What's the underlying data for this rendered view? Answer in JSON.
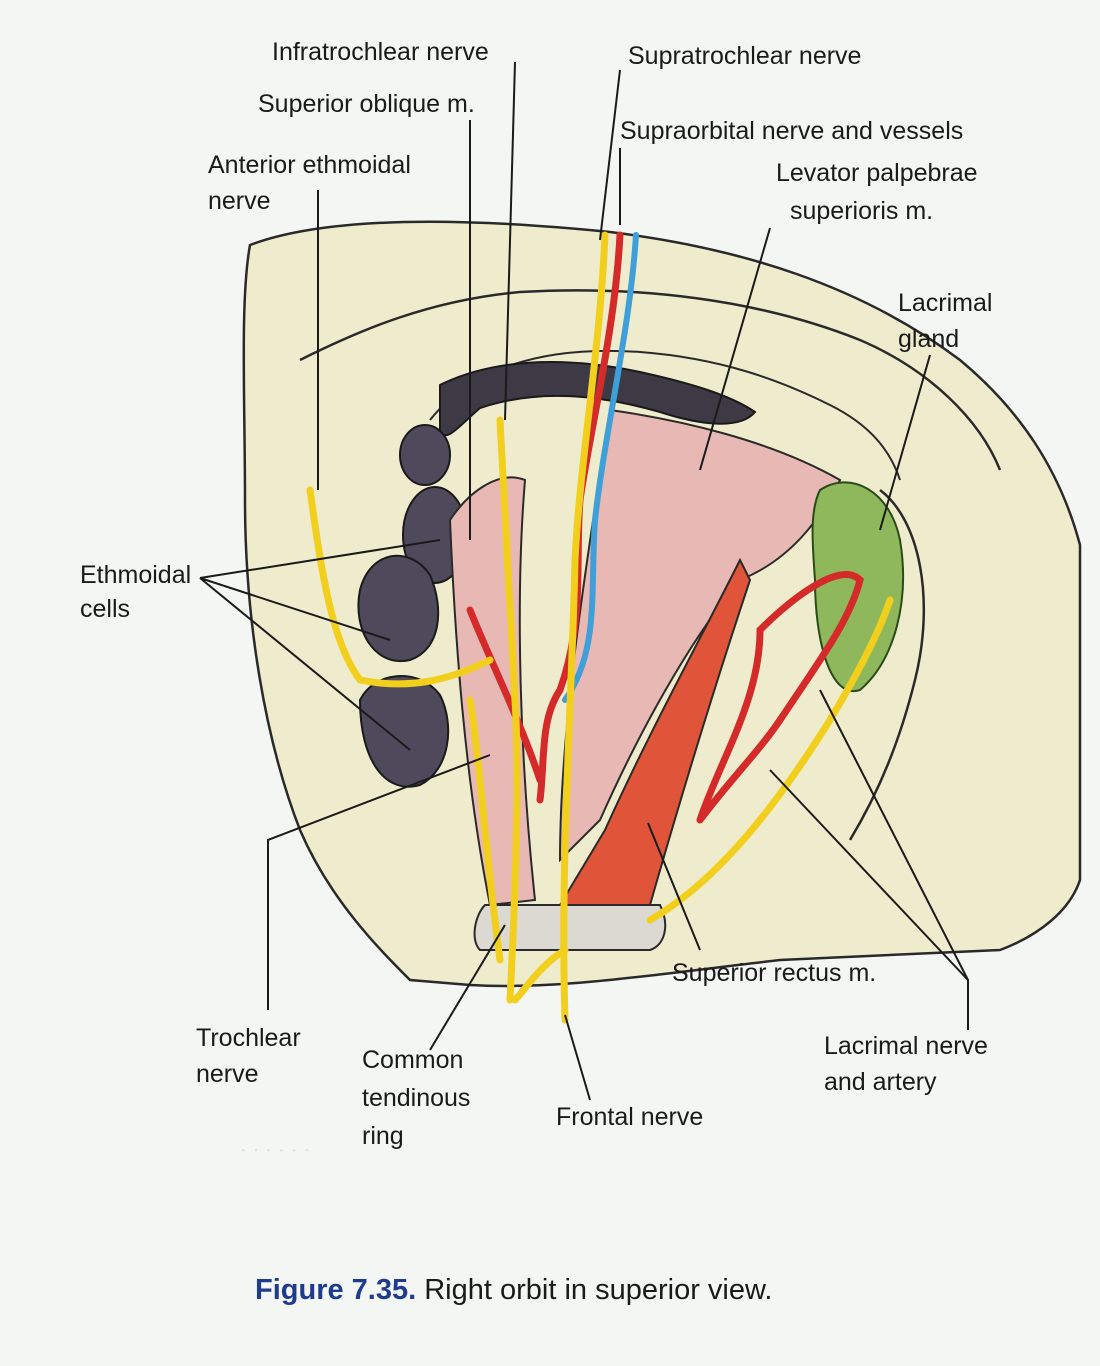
{
  "figure": {
    "number": "Figure 7.35.",
    "caption": "Right orbit in superior view."
  },
  "labels": {
    "infratrochlear_nerve": "Infratrochlear nerve",
    "supratrochlear_nerve": "Supratrochlear nerve",
    "superior_oblique": "Superior oblique m.",
    "supraorbital": "Supraorbital nerve and vessels",
    "anterior_ethmoidal": [
      "Anterior ethmoidal",
      "nerve"
    ],
    "levator": [
      "Levator palpebrae",
      "superioris m."
    ],
    "lacrimal_gland": [
      "Lacrimal",
      "gland"
    ],
    "ethmoidal_cells": [
      "Ethmoidal",
      "cells"
    ],
    "trochlear": [
      "Trochlear",
      "nerve"
    ],
    "common_ring": [
      "Common",
      "tendinous",
      "ring"
    ],
    "frontal_nerve": "Frontal nerve",
    "superior_rectus": "Superior rectus m.",
    "lacrimal_nerve_artery": [
      "Lacrimal nerve",
      "and artery"
    ]
  },
  "colors": {
    "nerve": "#f2cf1c",
    "artery": "#d42a2a",
    "vein": "#3f9fd8",
    "muscle_pale": "#e8b9b4",
    "muscle_red": "#e0553a",
    "bone": "#efeccd",
    "gland": "#8fb85c",
    "caption_accent": "#1f3c8c"
  }
}
